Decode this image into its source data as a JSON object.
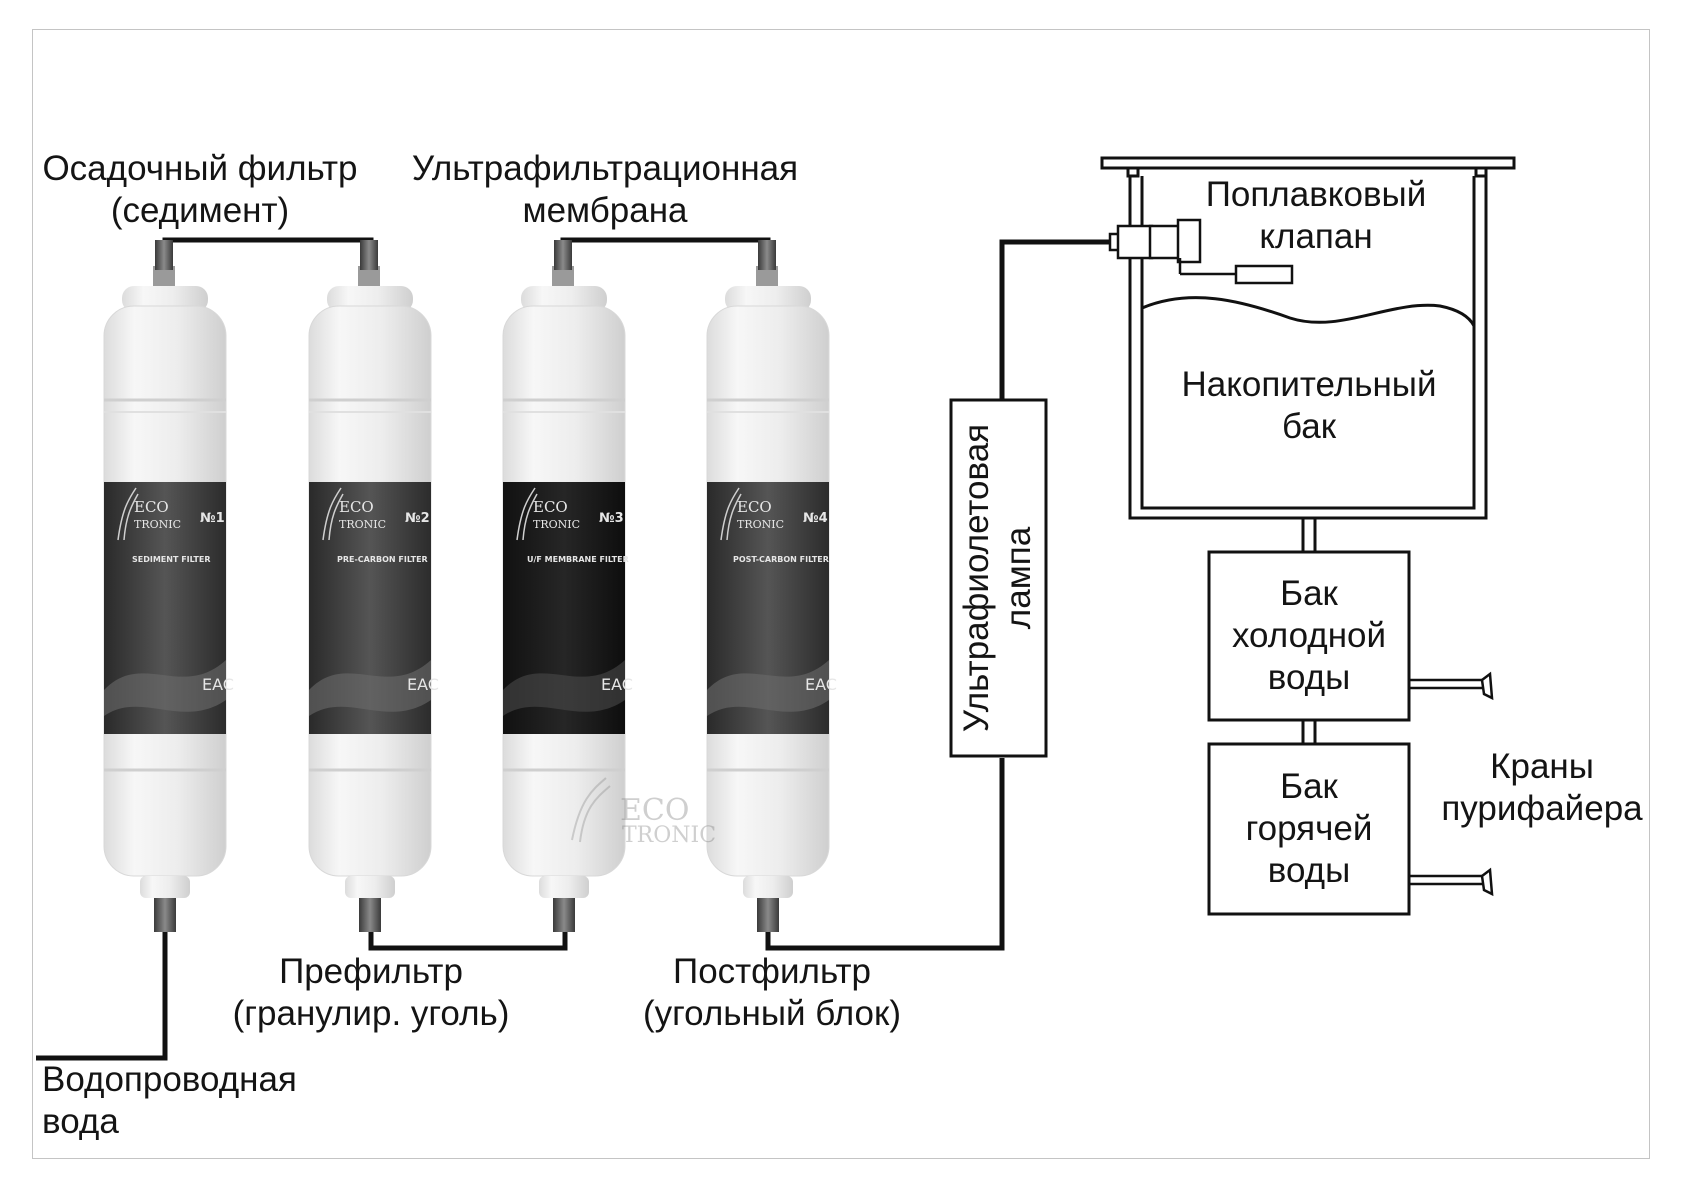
{
  "filters": [
    {
      "brand_top": "ECO",
      "brand_bottom": "TRONIC",
      "number": "№1",
      "type_label": "SEDIMENT FILTER",
      "mark": "EAC"
    },
    {
      "brand_top": "ECO",
      "brand_bottom": "TRONIC",
      "number": "№2",
      "type_label": "PRE-CARBON FILTER",
      "mark": "EAC"
    },
    {
      "brand_top": "ECO",
      "brand_bottom": "TRONIC",
      "number": "№3",
      "type_label": "U/F MEMBRANE FILTER",
      "mark": "EAC"
    },
    {
      "brand_top": "ECO",
      "brand_bottom": "TRONIC",
      "number": "№4",
      "type_label": "POST-CARBON FILTER",
      "mark": "EAC"
    }
  ],
  "labels": {
    "sediment": {
      "line1": "Осадочный фильтр",
      "line2": "(седимент)"
    },
    "uf_membrane": {
      "line1": "Ультрафильтрационная",
      "line2": "мембрана"
    },
    "prefilter": {
      "line1": "Префильтр",
      "line2": "(гранулир. уголь)"
    },
    "postfilter": {
      "line1": "Постфильтр",
      "line2": "(угольный блок)"
    },
    "tap_water": {
      "line1": "Водопроводная",
      "line2": "вода"
    },
    "uv_lamp": {
      "line1": "Ультрафиолетовая",
      "line2": "лампа"
    },
    "float_valve": {
      "line1": "Поплавковый",
      "line2": "клапан"
    },
    "storage_tank": {
      "line1": "Накопительный",
      "line2": "бак"
    },
    "cold_tank": {
      "line1": "Бак",
      "line2": "холодной",
      "line3": "воды"
    },
    "hot_tank": {
      "line1": "Бак",
      "line2": "горячей",
      "line3": "воды"
    },
    "taps": {
      "line1": "Краны",
      "line2": "пурифайера"
    }
  },
  "watermark": {
    "top": "ECO",
    "bottom": "TRONIC"
  }
}
